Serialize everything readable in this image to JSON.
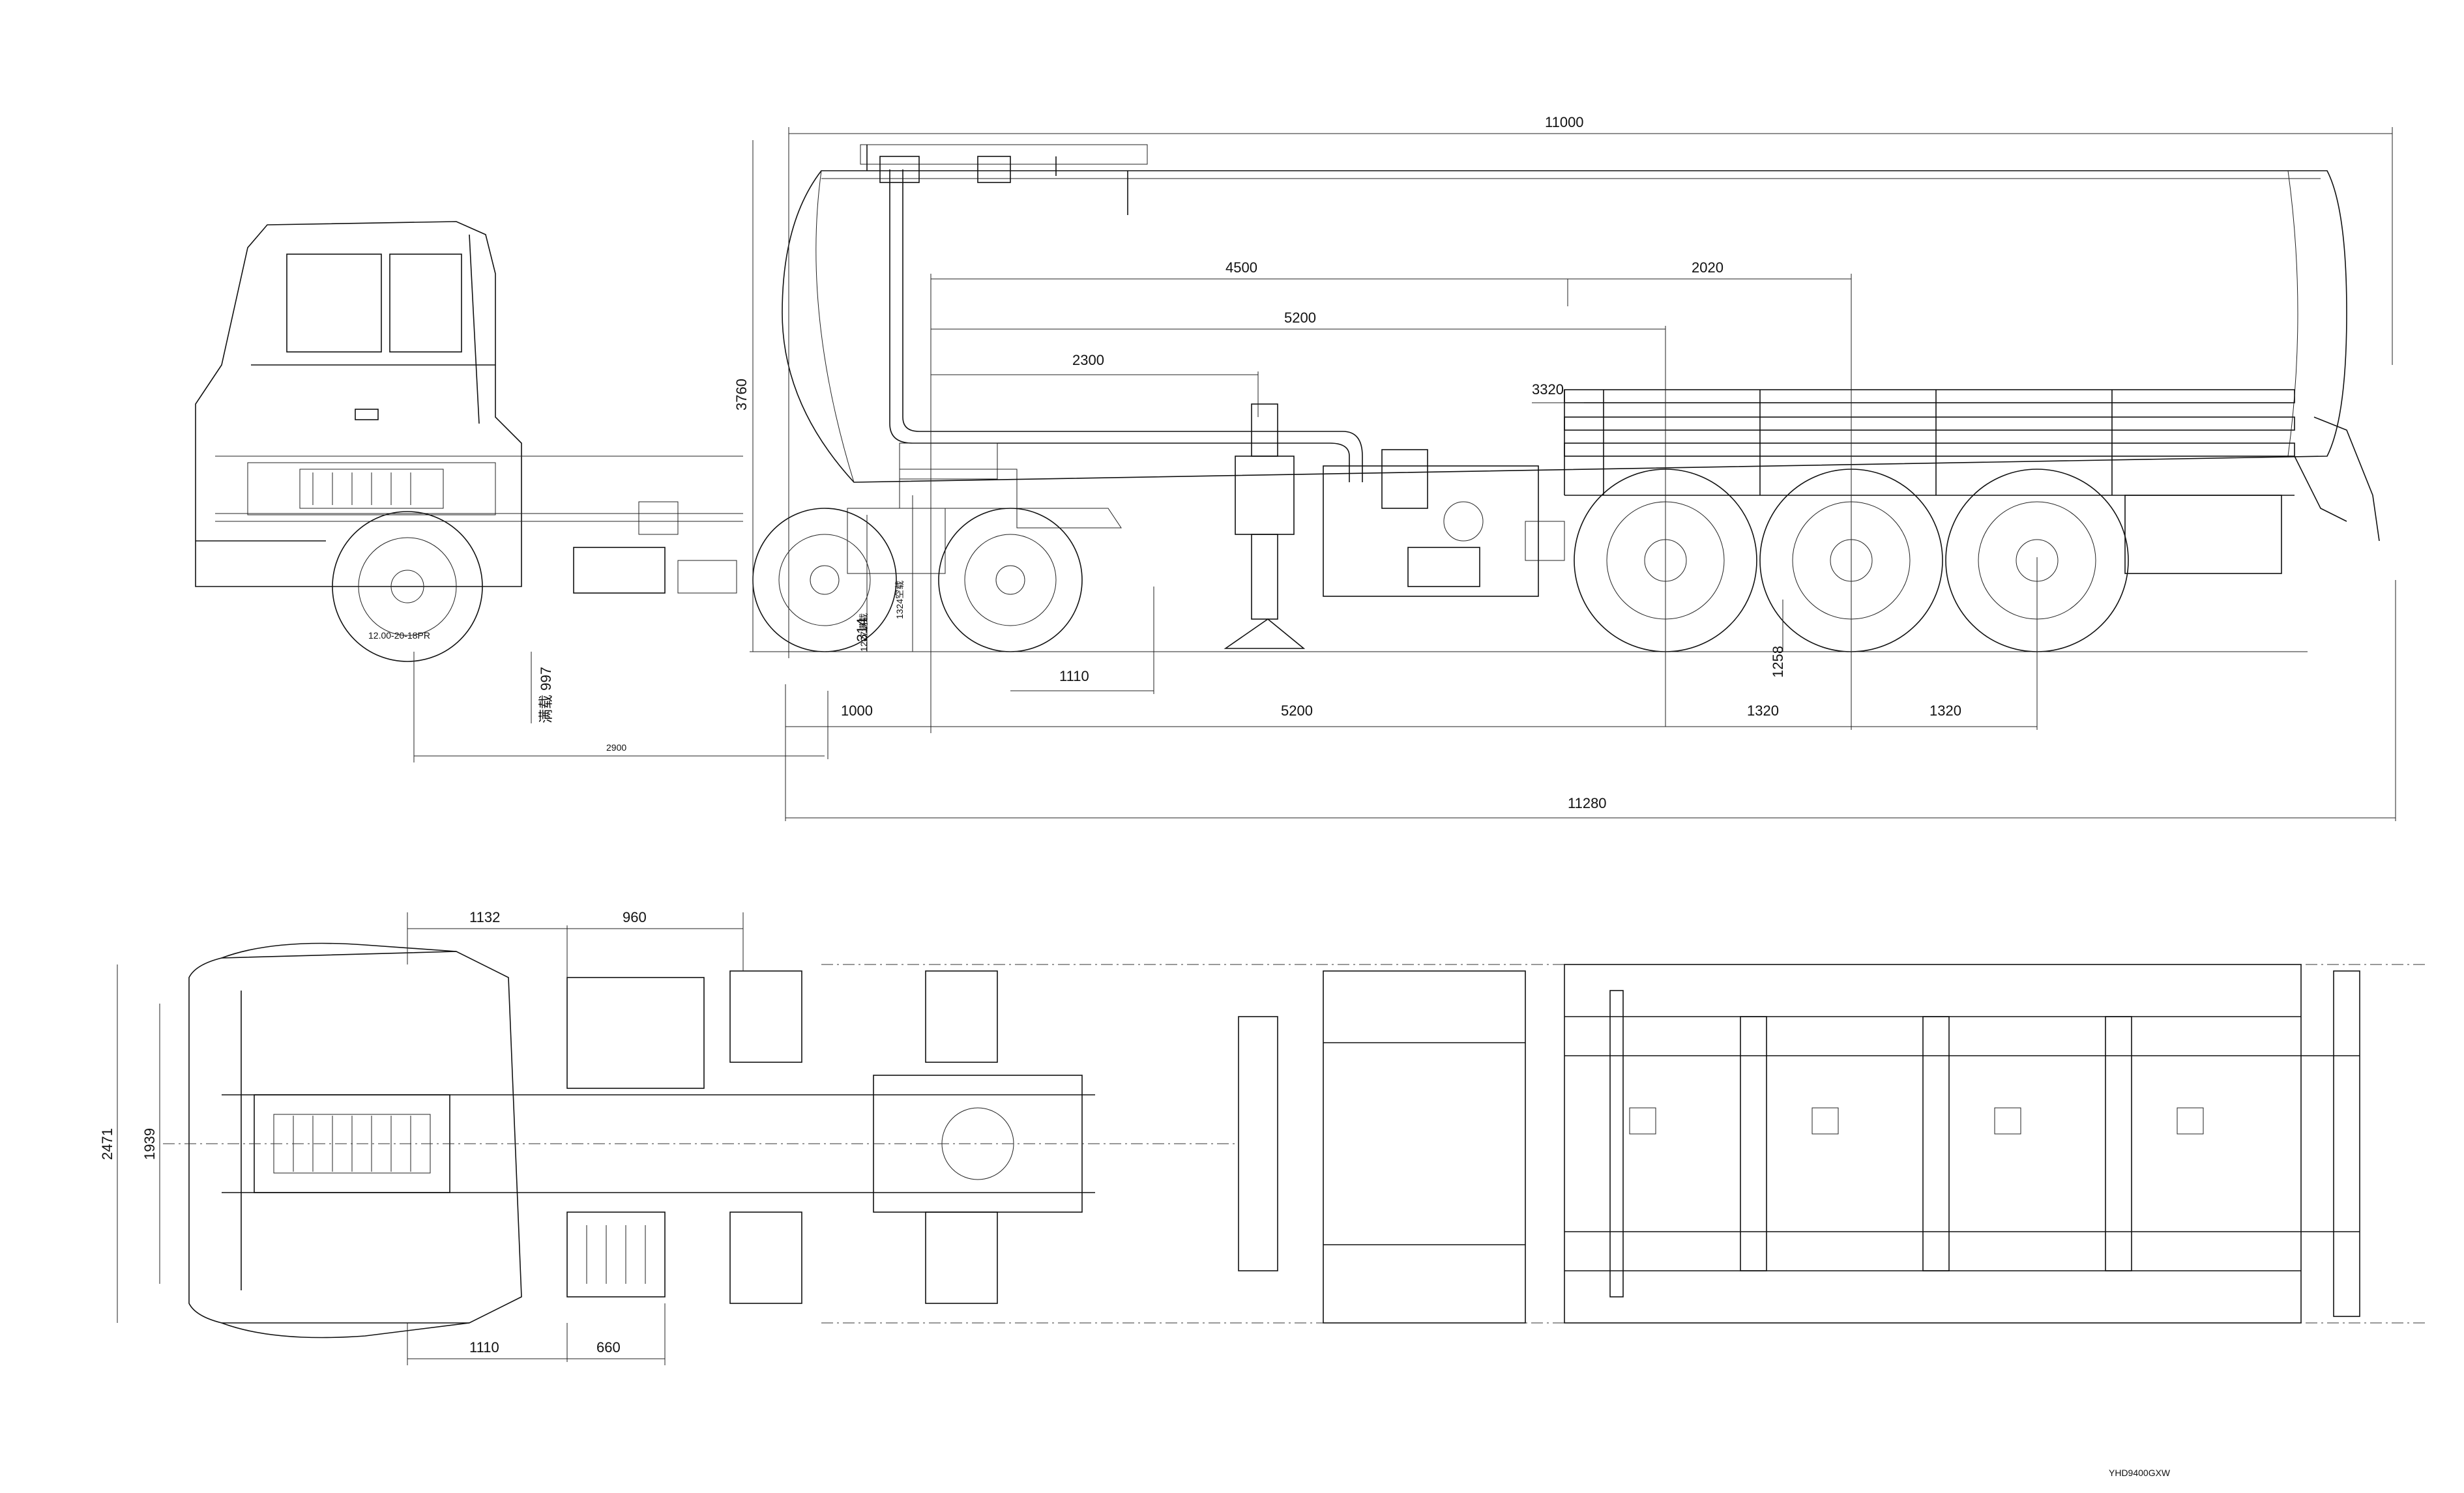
{
  "side_view": {
    "dims": {
      "overall_tank_length": "11000",
      "overall_length": "11280",
      "height": "3760",
      "d4500": "4500",
      "d2020": "2020",
      "d5200_top": "5200",
      "d2300": "2300",
      "d3320": "3320",
      "d1000": "1000",
      "d5200_bottom": "5200",
      "d1320_a": "1320",
      "d1320_b": "1320",
      "d1110": "1110",
      "d1258": "1258",
      "d314": "314",
      "d1227": "1227满载",
      "d1324": "1324空载",
      "d997": "满载 997",
      "d2900": "2900",
      "tire_spec": "12.00-20-18PR"
    }
  },
  "top_view": {
    "dims": {
      "d2471": "2471",
      "d1939": "1939",
      "d1132": "1132",
      "d960": "960",
      "d1110": "1110",
      "d660": "660"
    }
  },
  "model_code": "YHD9400GXW"
}
